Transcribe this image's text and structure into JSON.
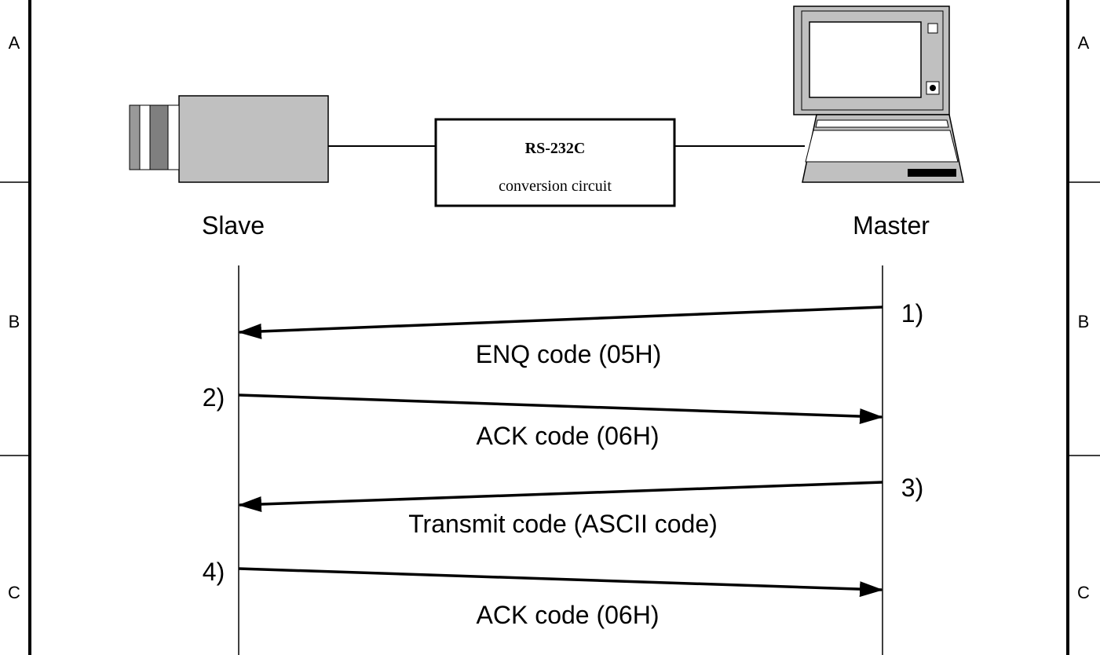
{
  "frame": {
    "zone_labels_left": [
      "A",
      "B",
      "C"
    ],
    "zone_labels_right": [
      "A",
      "B",
      "C"
    ]
  },
  "devices": {
    "slave_label": "Slave",
    "master_label": "Master",
    "converter": {
      "line1": "RS-232C",
      "line2": "conversion circuit"
    }
  },
  "sequence": {
    "steps": [
      {
        "number": "1)",
        "direction": "master-to-slave",
        "label": "ENQ code (05H)"
      },
      {
        "number": "2)",
        "direction": "slave-to-master",
        "label": "ACK code (06H)"
      },
      {
        "number": "3)",
        "direction": "master-to-slave",
        "label": "Transmit code (ASCII code)"
      },
      {
        "number": "4)",
        "direction": "slave-to-master",
        "label": "ACK code (06H)"
      }
    ]
  },
  "icons": {
    "slave": "sensor-device-icon",
    "master": "laptop-computer-icon"
  }
}
